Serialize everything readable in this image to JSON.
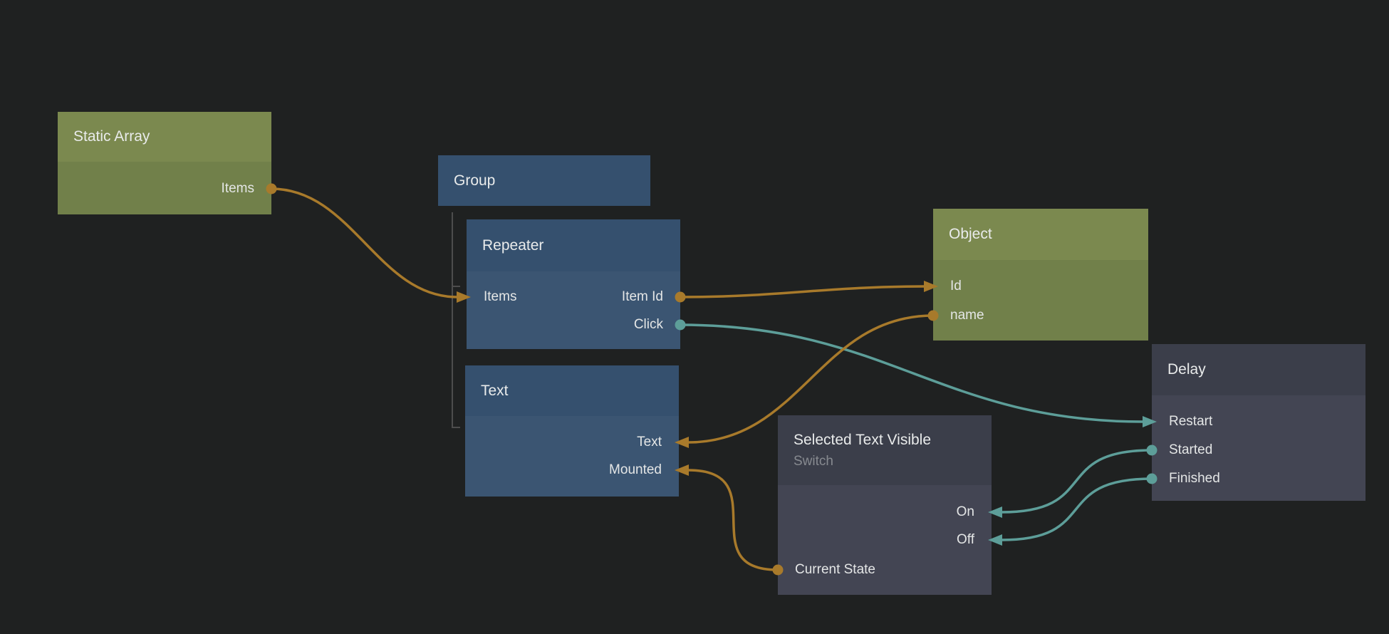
{
  "canvas": {
    "background_color": "#1f2121"
  },
  "colors": {
    "data_wire": "#a87a2b",
    "signal_wire": "#5d9e99",
    "green_node_header": "#7b894f",
    "green_node_body": "#71804a",
    "blue_node_header": "#35506e",
    "blue_node_body": "#3b5572",
    "dark_node_header": "#3b3e4a",
    "dark_node_body": "#434553",
    "hierarchy_line": "#4d4d4d"
  },
  "nodes": {
    "static_array": {
      "title": "Static Array",
      "ports": {
        "items": "Items"
      }
    },
    "group": {
      "title": "Group"
    },
    "repeater": {
      "title": "Repeater",
      "ports": {
        "items": "Items",
        "item_id": "Item Id",
        "click": "Click"
      }
    },
    "text": {
      "title": "Text",
      "ports": {
        "text": "Text",
        "mounted": "Mounted"
      }
    },
    "object": {
      "title": "Object",
      "ports": {
        "id": "Id",
        "name": "name"
      }
    },
    "delay": {
      "title": "Delay",
      "ports": {
        "restart": "Restart",
        "started": "Started",
        "finished": "Finished"
      }
    },
    "switch": {
      "title": "Selected Text Visible",
      "subtitle": "Switch",
      "ports": {
        "on": "On",
        "off": "Off",
        "current_state": "Current State"
      }
    }
  },
  "connections": [
    {
      "from": "Static Array.Items",
      "to": "Repeater.Items",
      "kind": "data"
    },
    {
      "from": "Repeater.Item Id",
      "to": "Object.Id",
      "kind": "data"
    },
    {
      "from": "Repeater.Click",
      "to": "Delay.Restart",
      "kind": "signal"
    },
    {
      "from": "Object.name",
      "to": "Text.Text",
      "kind": "data"
    },
    {
      "from": "Delay.Started",
      "to": "Switch.On",
      "kind": "signal"
    },
    {
      "from": "Delay.Finished",
      "to": "Switch.Off",
      "kind": "signal"
    },
    {
      "from": "Switch.Current State",
      "to": "Text.Mounted",
      "kind": "data"
    },
    {
      "from": "Group",
      "to": "Repeater",
      "kind": "hierarchy"
    },
    {
      "from": "Group",
      "to": "Text",
      "kind": "hierarchy"
    }
  ]
}
